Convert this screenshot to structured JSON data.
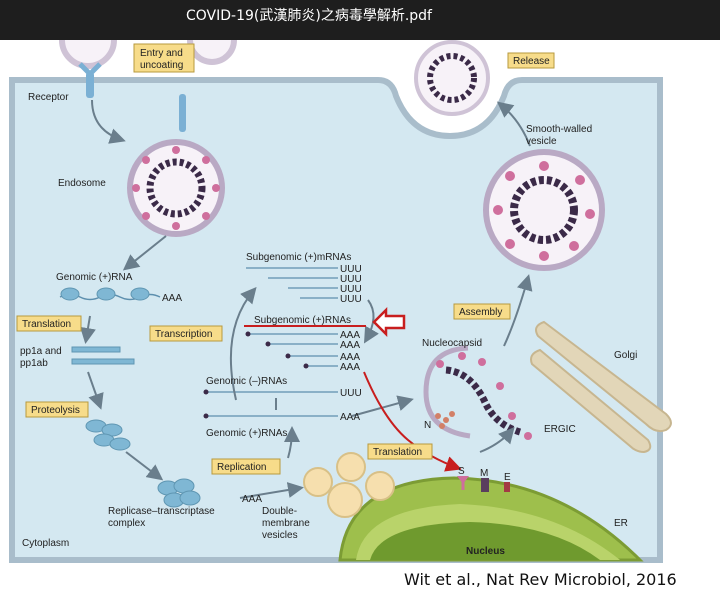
{
  "window": {
    "title": "COVID-19(武漢肺炎)之病毒學解析.pdf"
  },
  "colors": {
    "cytoplasm": "#d4e8f1",
    "membrane": "#a9bdcb",
    "spike": "#cf6f9d",
    "nucleocapsid": "#3b2a48",
    "label_box": "#f7dc8a",
    "er_green": "#9ebf4c",
    "nucleus": "#6f9a2e",
    "vesicle": "#f6dfae",
    "golgi": "#e2d6b8",
    "rna": "#5d8fae",
    "highlight": "#c81e1e"
  },
  "boxes": {
    "entry": [
      "Entry and",
      "uncoating"
    ],
    "release": "Release",
    "translation1": "Translation",
    "transcription": "Transcription",
    "proteolysis": "Proteolysis",
    "assembly": "Assembly",
    "replication": "Replication",
    "translation2": "Translation"
  },
  "labels": {
    "receptor": "Receptor",
    "endosome": "Endosome",
    "smooth_walled": [
      "Smooth-walled",
      "vesicle"
    ],
    "genomic_plus_rna_title": "Genomic (+)RNA",
    "aaa": "AAA",
    "uuu": "UUU",
    "pp1a": [
      "pp1a and",
      "pp1ab"
    ],
    "subgenomic_mrnas": "Subgenomic (+)mRNAs",
    "subgenomic_rnas": "Subgenomic (+)RNAs",
    "nucleocapsid": "Nucleocapsid",
    "golgi": "Golgi",
    "genomic_minus": "Genomic (–)RNAs",
    "genomic_plus": "Genomic (+)RNAs",
    "n": "N",
    "ergic": "ERGIC",
    "s": "S",
    "m": "M",
    "e": "E",
    "replicase": [
      "Replicase–transcriptase",
      "complex"
    ],
    "double_membrane": [
      "Double-",
      "membrane",
      "vesicles"
    ],
    "er": "ER",
    "nucleus": "Nucleus",
    "cytoplasm": "Cytoplasm"
  },
  "citation": "Wit et al., Nat Rev Microbiol, 2016"
}
